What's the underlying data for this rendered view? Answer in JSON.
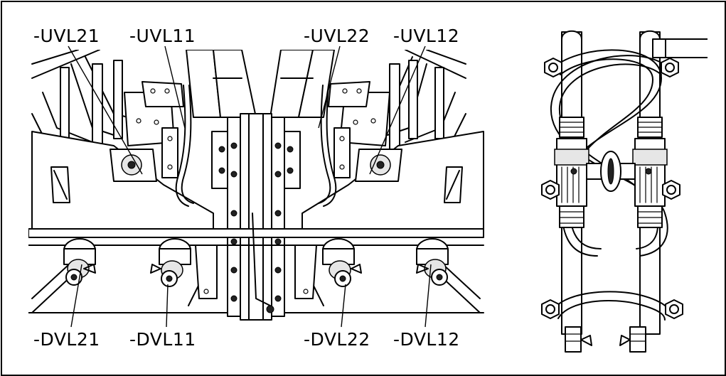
{
  "labels": {
    "uvl21": "-UVL21",
    "uvl11": "-UVL11",
    "uvl22": "-UVL22",
    "uvl12": "-UVL12",
    "dvl21": "-DVL21",
    "dvl11": "-DVL11",
    "dvl22": "-DVL22",
    "dvl12": "-DVL12"
  },
  "colors": {
    "line": "#000000",
    "background": "#ffffff"
  }
}
